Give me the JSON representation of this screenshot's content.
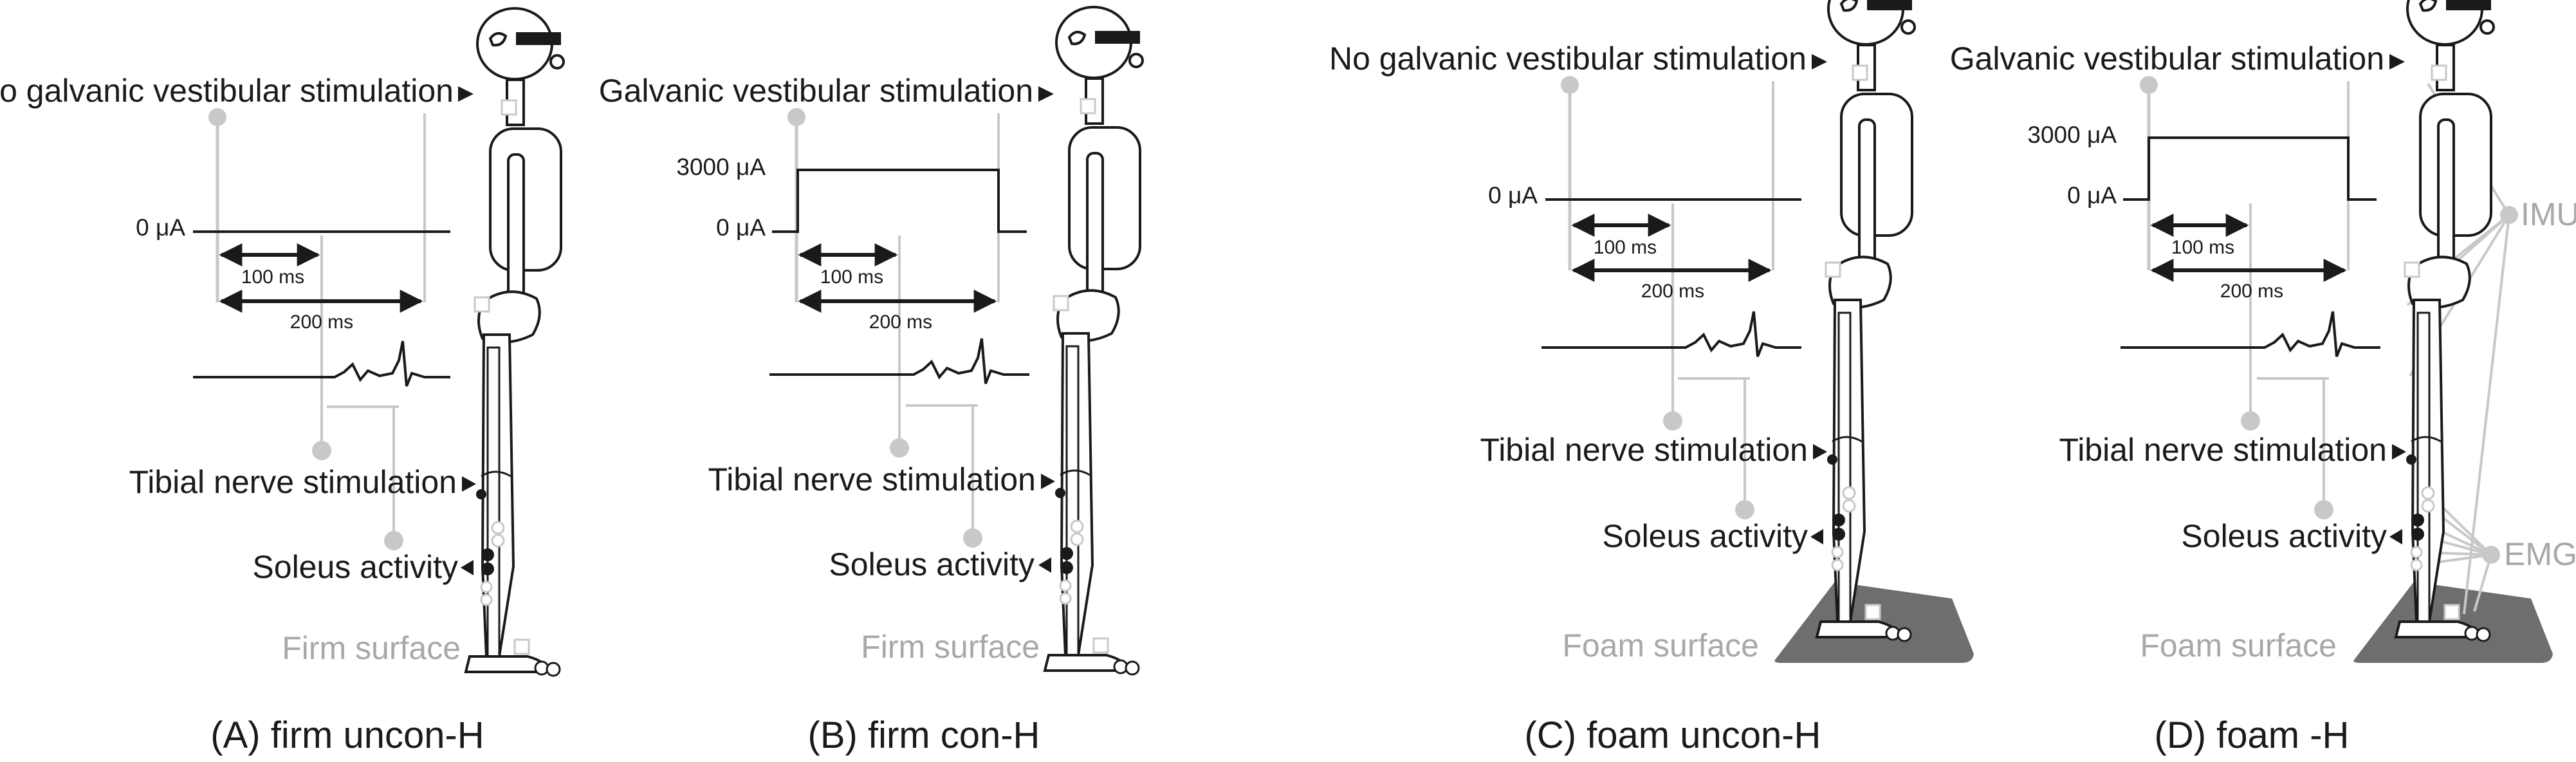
{
  "panels": [
    {
      "id": "A",
      "gvs_label": "No galvanic vestibular stimulation",
      "high_label": "",
      "zero_label": "0 μA",
      "t1_label": "100 ms",
      "t2_label": "200 ms",
      "tibial_label": "Tibial nerve stimulation",
      "soleus_label": "Soleus activity",
      "surface_label": "Firm surface",
      "imu_label": "",
      "emg_label": "",
      "caption": "(A) firm uncon-H"
    },
    {
      "id": "B",
      "gvs_label": "Galvanic vestibular stimulation",
      "high_label": "3000 μA",
      "zero_label": "0 μA",
      "t1_label": "100 ms",
      "t2_label": "200 ms",
      "tibial_label": "Tibial nerve stimulation",
      "soleus_label": "Soleus activity",
      "surface_label": "Firm surface",
      "imu_label": "",
      "emg_label": "",
      "caption": "(B) firm con-H"
    },
    {
      "id": "C",
      "gvs_label": "No galvanic vestibular stimulation",
      "high_label": "",
      "zero_label": "0 μA",
      "t1_label": "100 ms",
      "t2_label": "200 ms",
      "tibial_label": "Tibial nerve stimulation",
      "soleus_label": "Soleus activity",
      "surface_label": "Foam surface",
      "imu_label": "",
      "emg_label": "",
      "caption": "(C) foam uncon-H"
    },
    {
      "id": "D",
      "gvs_label": "Galvanic vestibular stimulation",
      "high_label": "3000 μA",
      "zero_label": "0 μA",
      "t1_label": "100 ms",
      "t2_label": "200 ms",
      "tibial_label": "Tibial nerve stimulation",
      "soleus_label": "Soleus activity",
      "surface_label": "Foam surface",
      "imu_label": "IMU",
      "emg_label": "EMG",
      "caption": "(D) foam -H"
    }
  ],
  "colors": {
    "ink": "#1a1a1a",
    "light_grey": "#c8c8c8",
    "label_grey": "#a8a8a8",
    "foam": "#6e6e6e"
  }
}
